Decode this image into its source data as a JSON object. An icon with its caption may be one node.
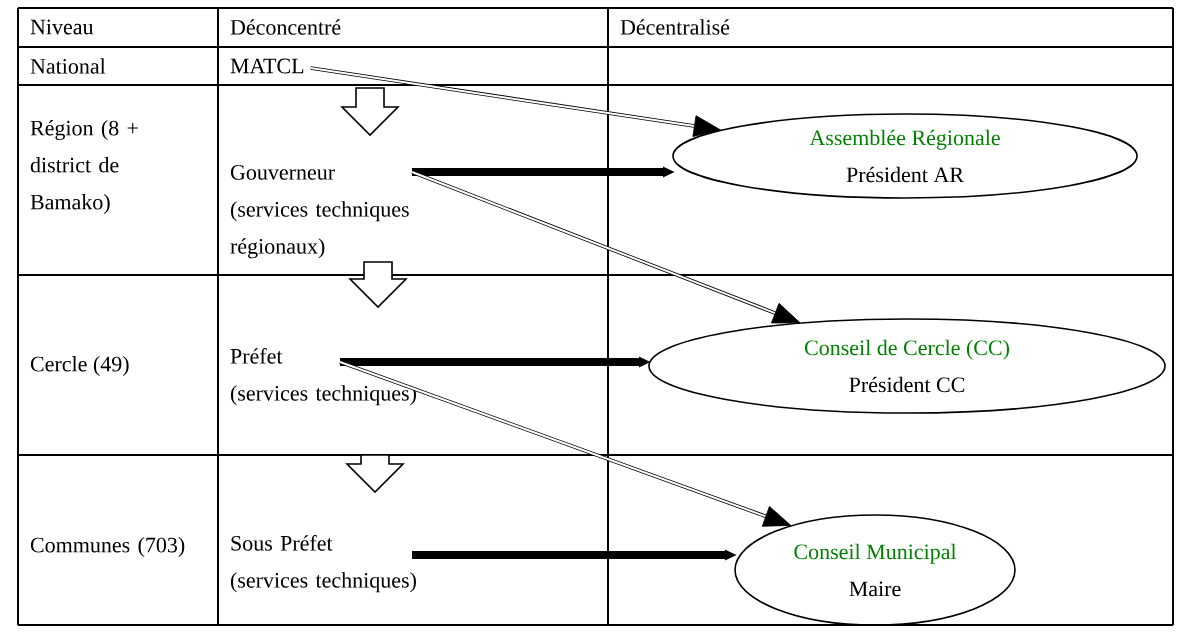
{
  "diagram": {
    "nodes": [
      {
        "text": [
          "MATCL"
        ]
      },
      {
        "text": [
          "Gouverneur",
          "(services techniques régionaux)"
        ]
      },
      {
        "text": [
          "Préfet",
          "(services techniques)"
        ]
      },
      {
        "text": [
          "Sous Préfet",
          "(services techniques)"
        ]
      },
      {
        "text": [
          "Assemblée Régionale",
          "Président AR"
        ]
      },
      {
        "text": [
          "Conseil de Cercle (CC)",
          "Président CC"
        ]
      },
      {
        "text": [
          "Conseil Municipal",
          "Maire"
        ]
      }
    ],
    "edges": [
      {
        "from": 0,
        "to": 4,
        "arrow": "to"
      },
      {
        "from": 0,
        "to": 1,
        "arrow": "to"
      },
      {
        "from": 1,
        "to": 4,
        "arrow": "to",
        "style": "thick"
      },
      {
        "from": 1,
        "to": 5,
        "arrow": "to"
      },
      {
        "from": 1,
        "to": 2,
        "arrow": "to"
      },
      {
        "from": 2,
        "to": 5,
        "arrow": "to",
        "style": "thick"
      },
      {
        "from": 2,
        "to": 6,
        "arrow": "to"
      },
      {
        "from": 2,
        "to": 3,
        "arrow": "to"
      },
      {
        "from": 3,
        "to": 6,
        "arrow": "to",
        "style": "thick"
      }
    ],
    "labels": [
      "Niveau",
      "Déconcentré",
      "Décentralisé",
      "National",
      "Région (8 + district de Bamako)",
      "Cercle (49)",
      "Communes (703)"
    ]
  }
}
